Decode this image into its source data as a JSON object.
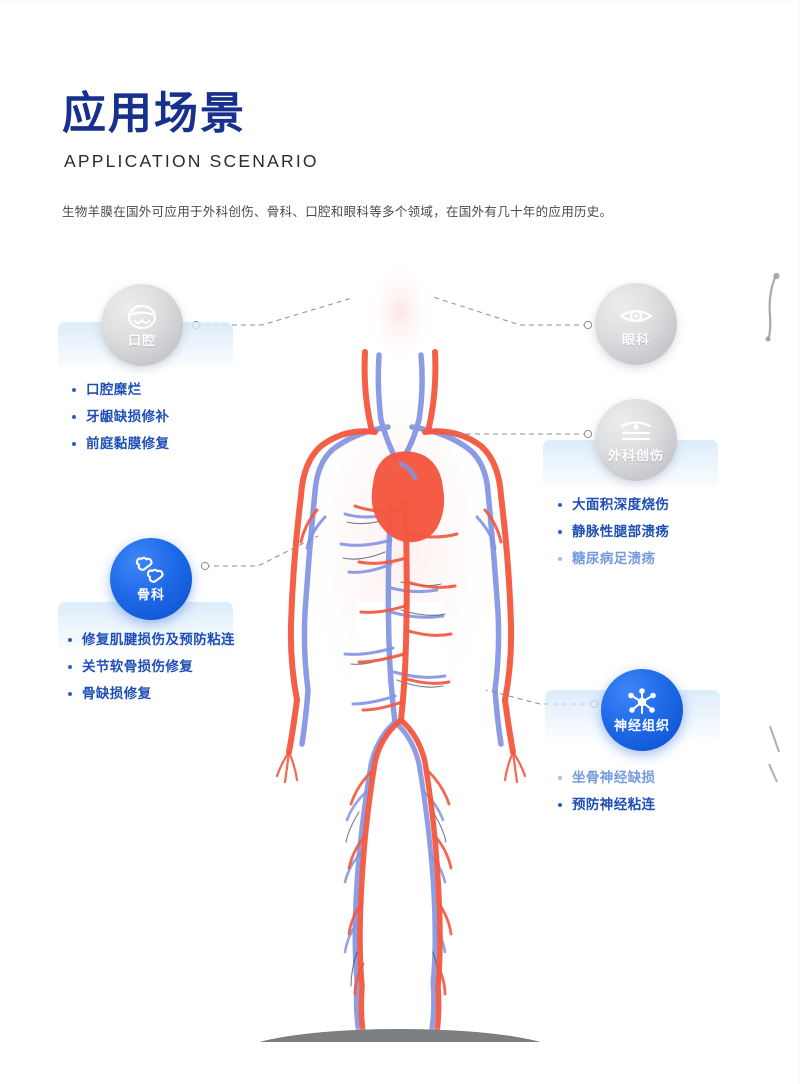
{
  "header": {
    "title_cn": "应用场景",
    "title_en": "APPLICATION SCENARIO",
    "subtitle": "生物羊膜在国外可应用于外科创伤、骨科、口腔和眼科等多个领域，在国外有几十年的应用历史。",
    "title_color": "#16308c"
  },
  "colors": {
    "accent_blue": "#1f6ae8",
    "text_blue": "#1f4fb5",
    "badge_gray": "#c9cacd",
    "artery_red": "#f4573f",
    "vein_blue": "#7b8fe0",
    "panel_blue": "#d6e9fa"
  },
  "illustration": {
    "name": "human-circulatory-system",
    "description": "人体血液循环系统图示",
    "base": "圆形底座"
  },
  "categories": [
    {
      "id": "oral",
      "label": "口腔",
      "icon": "mouth-icon",
      "style": "gray",
      "items": [
        "口腔糜烂",
        "牙龈缺损修补",
        "前庭黏膜修复"
      ]
    },
    {
      "id": "ophthalmology",
      "label": "眼科",
      "icon": "eye-icon",
      "style": "gray",
      "items": []
    },
    {
      "id": "surgical-trauma",
      "label": "外科创伤",
      "icon": "wound-dressing-icon",
      "style": "gray",
      "items": [
        "大面积深度烧伤",
        "静脉性腿部溃疡",
        "糖尿病足溃疡"
      ]
    },
    {
      "id": "orthopedics",
      "label": "骨科",
      "icon": "bone-icon",
      "style": "blue",
      "items": [
        "修复肌腱损伤及预防粘连",
        "关节软骨损伤修复",
        "骨缺损修复"
      ]
    },
    {
      "id": "nerve-tissue",
      "label": "神经组织",
      "icon": "neuron-network-icon",
      "style": "blue",
      "items": [
        "坐骨神经缺损",
        "预防神经粘连"
      ]
    }
  ]
}
